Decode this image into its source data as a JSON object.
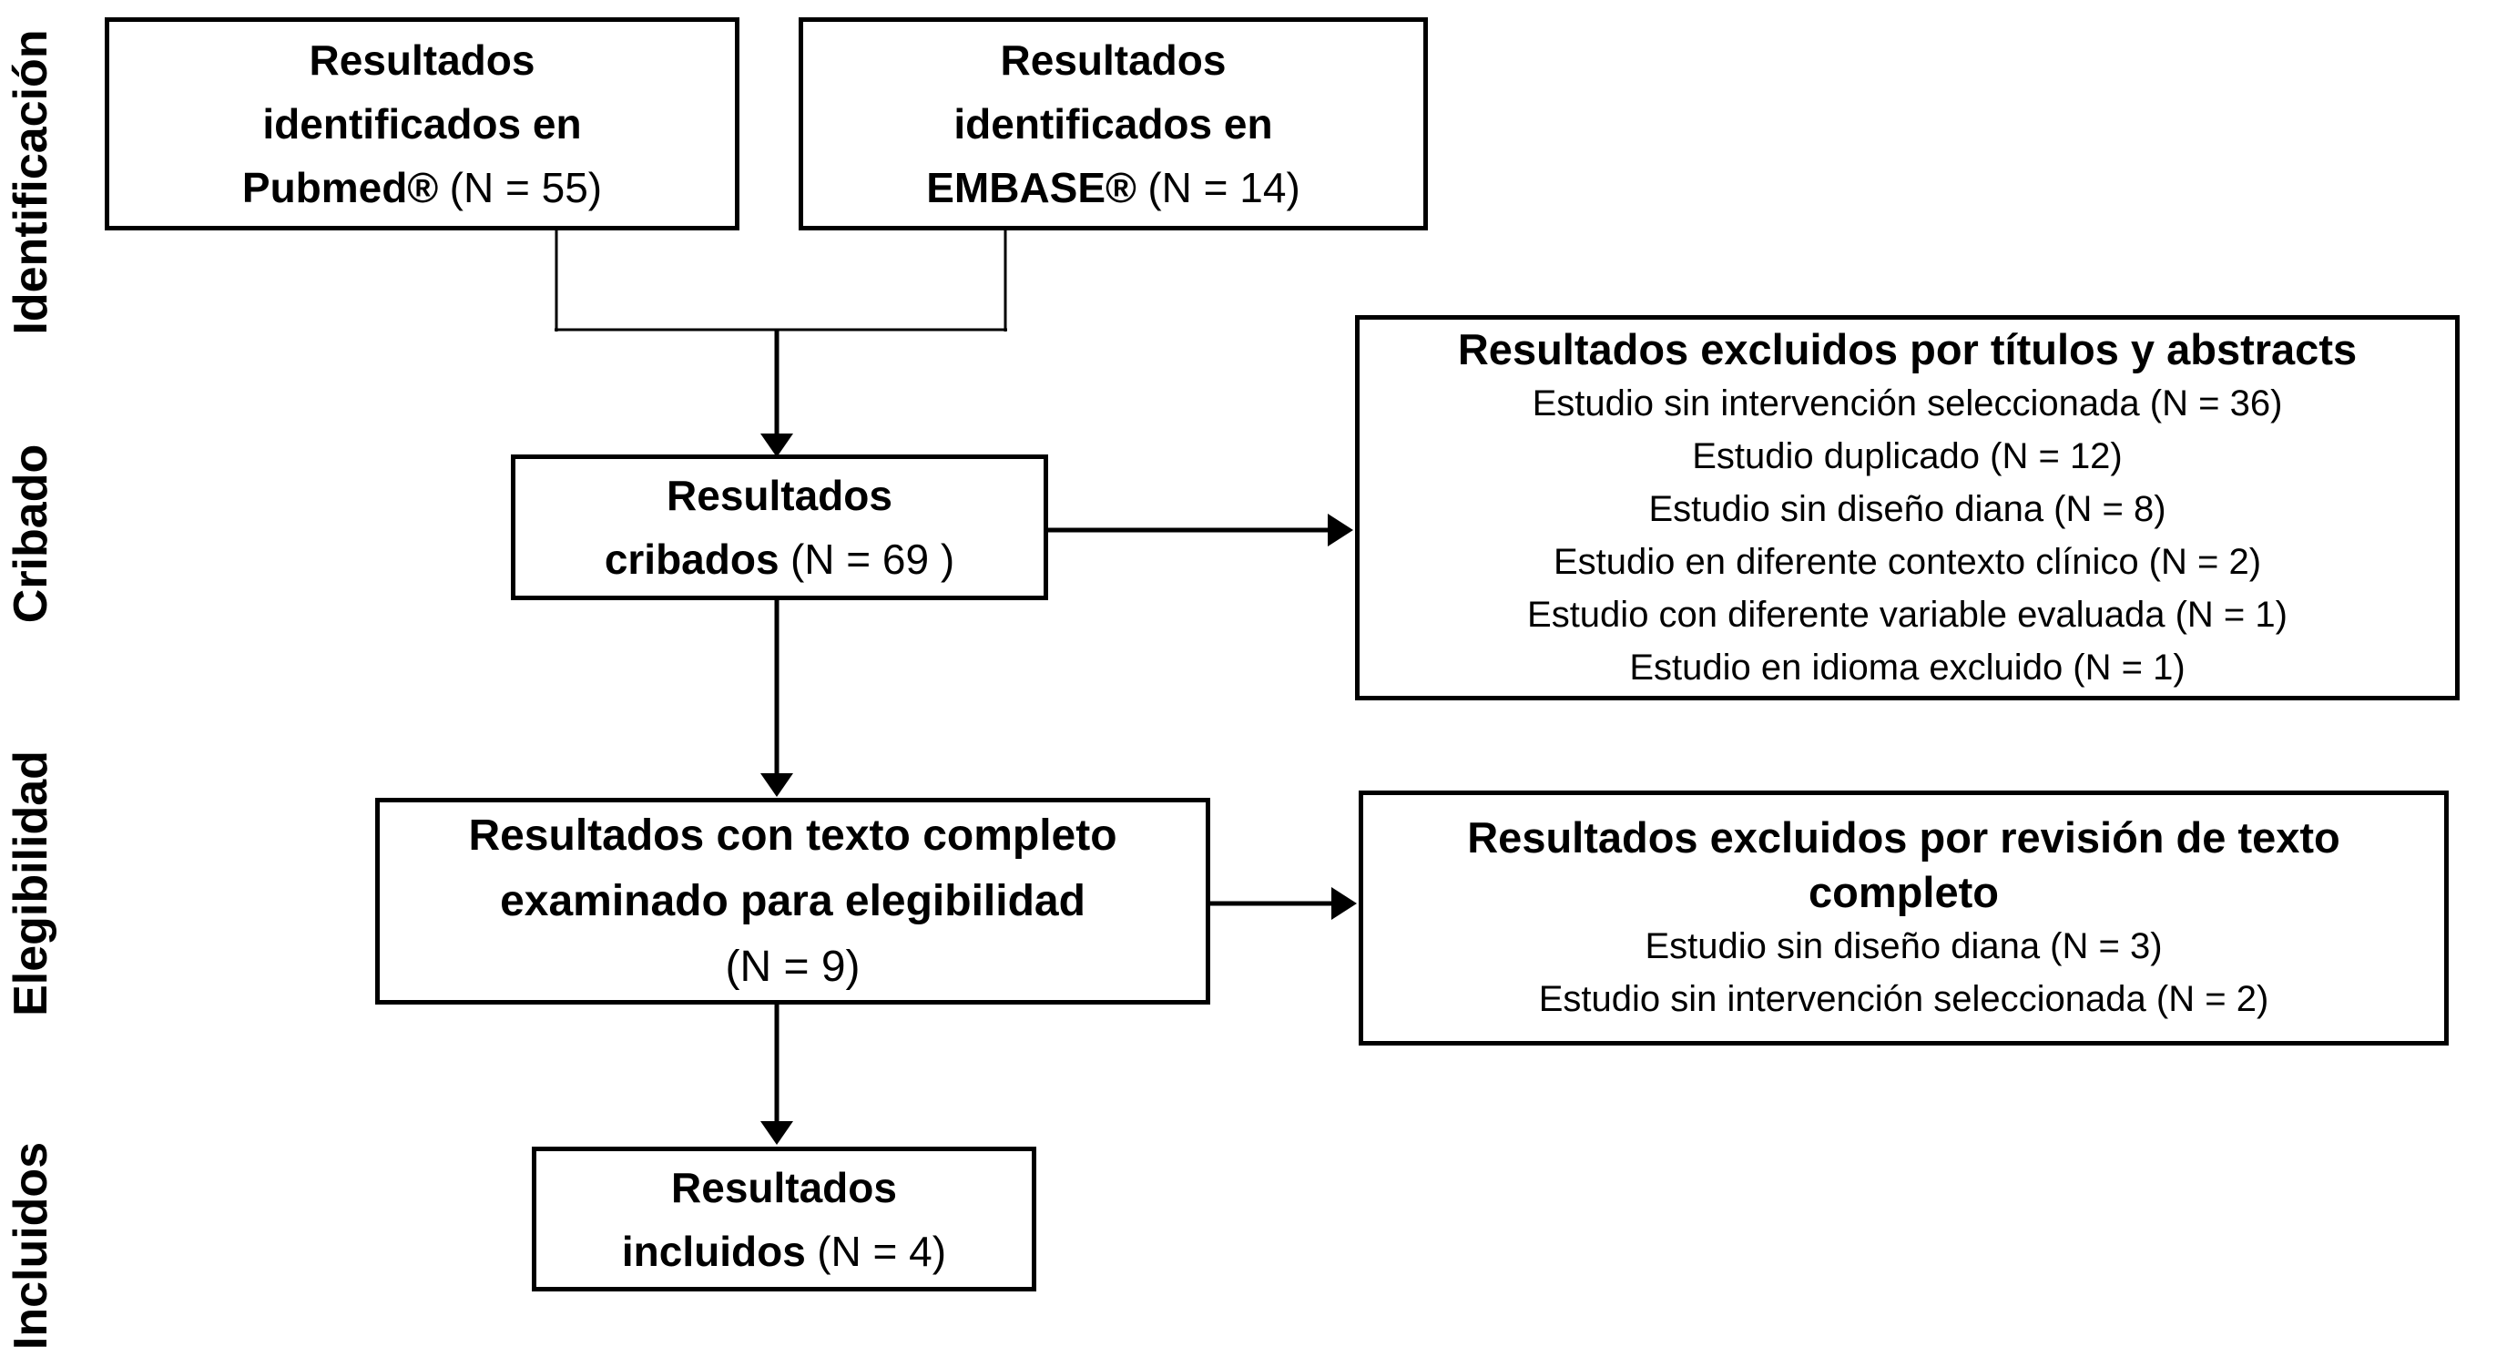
{
  "stages": {
    "identification": "Identificación",
    "screening": "Cribado",
    "eligibility": "Elegibilidad",
    "included": "Incluidos"
  },
  "boxes": {
    "pubmed": {
      "line1": "Resultados",
      "line2": "identificados en",
      "source": "Pubmed®",
      "count": "(N = 55)"
    },
    "embase": {
      "line1": "Resultados",
      "line2": "identificados en",
      "source": "EMBASE®",
      "count": "(N = 14)"
    },
    "screened": {
      "line1": "Resultados",
      "word": "cribados",
      "count": "(N = 69 )"
    },
    "excluded_title_abstract": {
      "title": "Resultados excluidos por títulos y abstracts",
      "items": [
        "Estudio sin intervención seleccionada (N = 36)",
        "Estudio duplicado (N = 12)",
        "Estudio sin diseño diana (N = 8)",
        "Estudio en diferente contexto clínico (N = 2)",
        "Estudio con diferente variable evaluada (N = 1)",
        "Estudio en idioma excluido (N = 1)"
      ]
    },
    "fulltext": {
      "line1": "Resultados con texto completo",
      "line2": "examinado para elegibilidad",
      "count": "(N = 9)"
    },
    "excluded_fulltext": {
      "title": "Resultados excluidos por revisión de texto completo",
      "items": [
        "Estudio sin diseño diana (N = 3)",
        "Estudio sin intervención seleccionada (N = 2)"
      ]
    },
    "included": {
      "line1": "Resultados",
      "word": "incluidos",
      "count": "(N = 4)"
    }
  },
  "colors": {
    "background": "#ffffff",
    "text": "#000000",
    "line": "#000000"
  }
}
